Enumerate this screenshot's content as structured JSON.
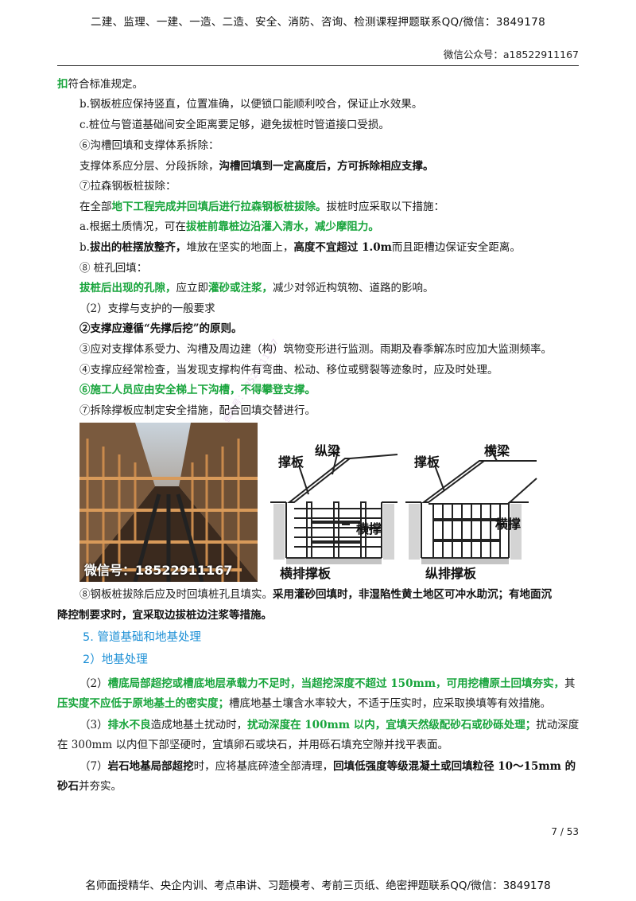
{
  "header": {
    "banner": "二建、监理、一建、一造、二造、安全、消防、咨询、检测课程押题联系QQ/微信：3849178",
    "wechat": "微信公众号：a18522911167"
  },
  "lines": {
    "l1_g": "扣",
    "l1_t": "符合标准规定。",
    "l2": "b.钢板桩应保持竖直，位置准确，以便锁口能顺利咬合，保证止水效果。",
    "l3": "c.桩位与管道基础间安全距离要足够，避免拔桩时管道接口受损。",
    "l4": "⑥沟槽回填和支撑体系拆除：",
    "l5_t": "支撑体系应分层、分段拆除，",
    "l5_b": "沟槽回填到一定高度后，方可拆除相应支撑。",
    "l6": "⑦拉森钢板桩拔除：",
    "l7_t1": "在全部",
    "l7_g": "地下工程完成并回填后进行拉森钢板桩拔除。",
    "l7_t2": "拔桩时应采取以下措施：",
    "l8_t1": "a.根据土质情况，可在",
    "l8_g": "拔桩前靠桩边沿灌入清水，减少摩阻力。",
    "l9_t1": "b.",
    "l9_b1": "拔出的桩摆放整齐，",
    "l9_t2": "堆放在坚实的地面上，",
    "l9_b2": "高度不宜超过 1.0m",
    "l9_t3": "而且距槽边保证安全距离。",
    "l10": "⑧ 桩孔回填：",
    "l11_g1": "拔桩后出现的孔隙，",
    "l11_t1": "应立即",
    "l11_g2": "灌砂或注浆，",
    "l11_t2": "减少对邻近构筑物、道路的影响。",
    "l12": "（2）支撑与支护的一般要求",
    "l13": "②支撑应遵循“先撑后挖”的原则。",
    "l14": "③应对支撑体系受力、沟槽及周边建（构）筑物变形进行监测。雨期及春季解冻时应加大监测频率。",
    "l15": "④支撑应经常检查，当发现支撑构件有弯曲、松动、移位或劈裂等迹象时，应及时处理。",
    "l16": "⑥施工人员应由安全梯上下沟槽，不得攀登支撑。",
    "l17": "⑦拆除撑板应制定安全措施，配合回填交替进行。",
    "l18_t": "⑧钢板桩拔除后应及时回填桩孔且填实。",
    "l18_b": "采用灌砂回填时，非湿陷性黄土地区可冲水助沉；有地面沉",
    "l19_b": "降控制要求时，宜采取边拔桩边注浆等措施。",
    "h1": "5. 管道基础和地基处理",
    "h2": "2）地基处理",
    "p1_t1": "（2）",
    "p1_g1": "槽底局部超挖或槽底地层承载力不足时，当超挖深度不超过 150mm，可用挖槽原土回填夯实，",
    "p1_t2": "其",
    "p1b_g": "压实度不应低于原地基土的密实度；",
    "p1b_t": "槽底地基土壤含水率较大，不适于压实时，应采取换填等有效措施。",
    "p2_t1": "（3）",
    "p2_g1": "排水不良",
    "p2_t2": "造成地基土扰动时，",
    "p2_g2": "扰动深度在 100mm 以内，宜填天然级配砂石或砂砾处理；",
    "p2_t3": "扰动深度",
    "p2b_t": "在 300mm 以内但下部坚硬时，宜填卵石或块石，并用砾石填充空隙并找平表面。",
    "p3_t1": "（7）",
    "p3_b1": "岩石地基局部超挖",
    "p3_t2": "时，应将基底碎渣全部清理，",
    "p3_b2": "回填低强度等级混凝土或回填粒径 10～15mm 的",
    "p3b_b": "砂石",
    "p3b_t": "并夯实。"
  },
  "figure": {
    "photo_caption": "微信号：18522911167",
    "diagram1": {
      "label_a": "撑板",
      "label_b": "纵梁",
      "label_c": "横撑",
      "caption": "横排撑板"
    },
    "diagram2": {
      "label_a": "撑板",
      "label_b": "横梁",
      "label_c": "横撑",
      "caption": "纵排撑板"
    }
  },
  "footer": {
    "page": "7 / 53",
    "banner": "名师面授精华、央企内训、考点串讲、习题模考、考前三页纸、绝密押题联系QQ/微信：3849178"
  }
}
